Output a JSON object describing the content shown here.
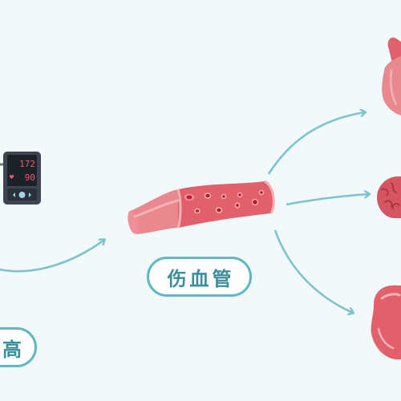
{
  "monitor": {
    "systolic": "172",
    "diastolic": "90"
  },
  "labels": {
    "vessel": "伤血管",
    "left_partial": "高"
  },
  "colors": {
    "arrow": "#7cc3cb",
    "label_border": "#5fb8c4",
    "label_text": "#3b8e9b",
    "organ": "#e2606c",
    "background": "#f2f9fb"
  }
}
